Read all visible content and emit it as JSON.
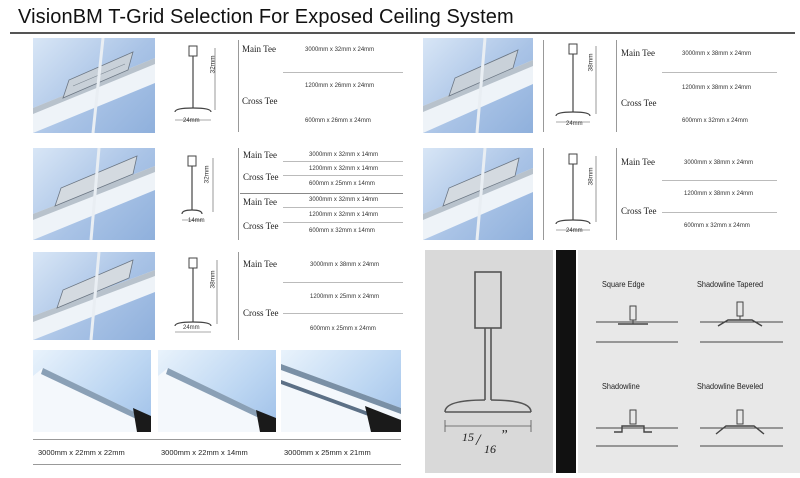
{
  "title": "VisionBM  T-Grid Selection For Exposed Ceiling System",
  "labels": {
    "main_tee": "Main Tee",
    "cross_tee": "Cross Tee"
  },
  "blocks": [
    {
      "height_dim": "32mm",
      "width_dim": "24mm",
      "main_tee": [
        "3000mm x 32mm x 24mm"
      ],
      "cross_tee": [
        "1200mm x 26mm x 24mm",
        "600mm x 26mm x 24mm"
      ]
    },
    {
      "height_dim": "38mm",
      "width_dim": "24mm",
      "main_tee": [
        "3000mm x 38mm x 24mm"
      ],
      "cross_tee": [
        "1200mm x 38mm x 24mm",
        "600mm x 32mm x 24mm"
      ]
    },
    {
      "height_dim": "32mm",
      "width_dim": "14mm",
      "main_tee_a": [
        "3000mm x 32mm x 14mm",
        "1200mm x 32mm x 14mm"
      ],
      "cross_tee_a": [
        "600mm x 25mm x 14mm"
      ],
      "main_tee_b": [
        "3000mm x 32mm x 14mm"
      ],
      "cross_tee_b": [
        "1200mm x 32mm x 14mm",
        "600mm x 32mm x 14mm"
      ]
    },
    {
      "height_dim": "38mm",
      "width_dim": "24mm",
      "main_tee": [
        "3000mm x 38mm x 24mm"
      ],
      "cross_tee": [
        "1200mm x 38mm x 24mm",
        "600mm x 32mm x 24mm"
      ]
    },
    {
      "height_dim": "38mm",
      "width_dim": "24mm",
      "main_tee": [
        "3000mm x 38mm x 24mm"
      ],
      "cross_tee": [
        "1200mm x 25mm x 24mm",
        "600mm x 25mm x 24mm"
      ]
    }
  ],
  "angles": [
    "3000mm x 22mm x 22mm",
    "3000mm x 22mm x 14mm",
    "3000mm x 25mm x 21mm"
  ],
  "large_profile_fraction": {
    "whole": "15",
    "denominator": "16",
    "mark": "”"
  },
  "edges": [
    "Square Edge",
    "Shadowline Tapered",
    "Shadowline",
    "Shadowline Beveled"
  ]
}
